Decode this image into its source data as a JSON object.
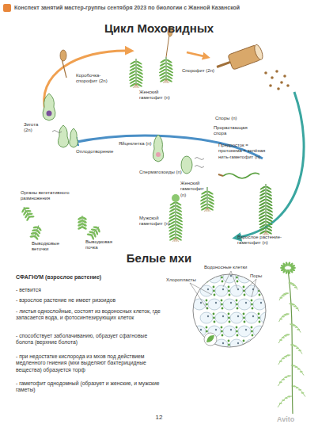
{
  "diagram": {
    "title": "Цикл Моховидных",
    "labels": [
      "Конспект занятий мастер-группы сентября 2023 по биологии с Жанной Казанской",
      "Спорофит (2n)",
      "Коробочка-спорофит (2n)",
      "Женский гаметофит (n)",
      "Споры (n)",
      "Прорастающая спора",
      "Предросток = протонема = зелёная нить-гаметофит (n)",
      "Зигота (2n)",
      "Оплодотворение",
      "Яйцеклетка (n)",
      "Сперматозоиды (n)",
      "Женский гаметофит (n)",
      "Органы вегетативного размножения",
      "Мужской гаметофит (n)",
      "Взрослое растение-гаметофит (n)",
      "Выводковая почка",
      "Выводковые веточки",
      "Белые мхи",
      "СФАГНУМ (взрослое растение)",
      "- ветвится",
      "- взрослое растение не имеет ризоидов",
      "- листья однослойные, состоят из водоносных клеток, где запасается вода, и фотосинтезирующих клеток",
      "- способствует заболачиванию, образует сфагновые болота (верхние болота)",
      "- при недостатке кислорода из мхов под действием медленного гниения (мхи выделяют бактерицидные вещества) образуется торф",
      "- гаметофит однодомный (образует и женские, и мужские гаметы)",
      "Водоносные клетки",
      "Поры",
      "Хлоропласты",
      "12",
      "Avito"
    ]
  }
}
